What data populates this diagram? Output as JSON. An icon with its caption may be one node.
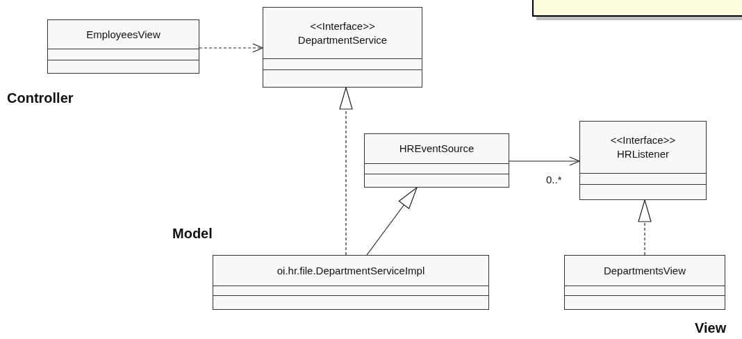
{
  "diagram": {
    "nodes": [
      {
        "text": [
          "EmployeesView"
        ]
      },
      {
        "text": [
          "<<Interface>>",
          "DepartmentService"
        ]
      },
      {
        "text": [
          "HREventSource"
        ]
      },
      {
        "text": [
          "<<Interface>>",
          "HRListener"
        ]
      },
      {
        "text": [
          "oi.hr.file.DepartmentServiceImpl"
        ]
      },
      {
        "text": [
          "DepartmentsView"
        ]
      },
      {
        "text": [],
        "shape": "box"
      }
    ],
    "edges": [
      {
        "from": 0,
        "to": 1,
        "arrow": "to",
        "style": "dashed"
      },
      {
        "from": 4,
        "to": 1,
        "arrow": "to",
        "style": "dashed"
      },
      {
        "from": 4,
        "to": 2,
        "arrow": "to"
      },
      {
        "from": 2,
        "to": 3,
        "arrow": "to"
      },
      {
        "from": 5,
        "to": 3,
        "arrow": "to",
        "style": "dashed"
      }
    ],
    "labels": [
      "Controller",
      "Model",
      "View",
      "0..*"
    ]
  }
}
